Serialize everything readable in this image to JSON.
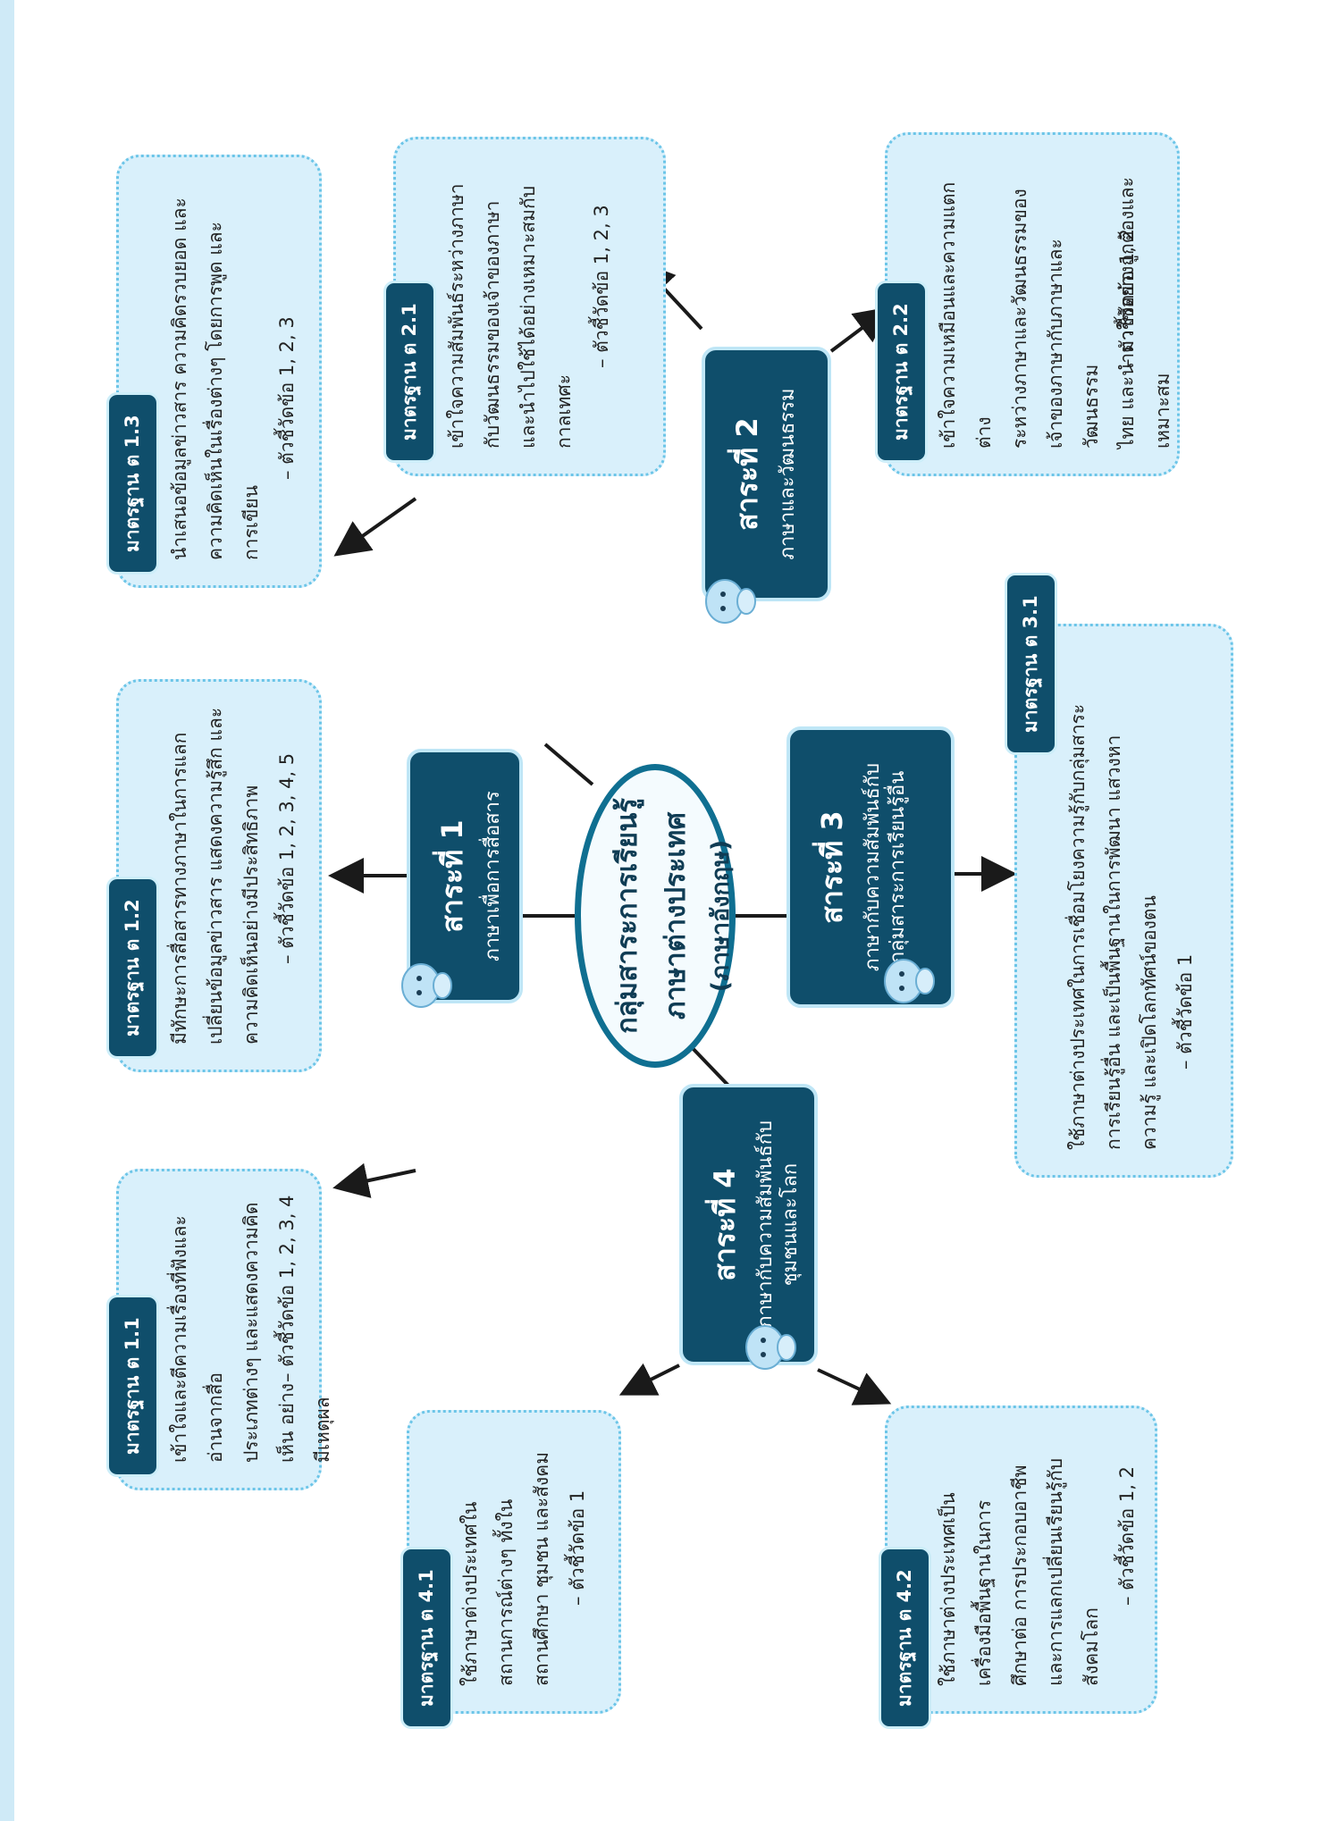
{
  "center": {
    "line1": "กลุ่มสาระการเรียนรู้",
    "line2": "ภาษาต่างประเทศ",
    "line3": "(ภาษาอังกฤษ)"
  },
  "strands": [
    {
      "title": "สาระที่ 1",
      "subtitle": "ภาษาเพื่อการสื่อสาร"
    },
    {
      "title": "สาระที่ 2",
      "subtitle": "ภาษาและวัฒนธรรม"
    },
    {
      "title": "สาระที่ 3",
      "subtitle": "ภาษากับความสัมพันธ์กับ\nกลุ่มสาระการเรียนรู้อื่น"
    },
    {
      "title": "สาระที่ 4",
      "subtitle": "ภาษากับความสัมพันธ์กับ\nชุมชนและโลก"
    }
  ],
  "standards": {
    "s11": {
      "title": "มาตรฐาน ต 1.1",
      "body": "เข้าใจและตีความเรื่องที่ฟังและอ่านจากสื่อ\nประเภทต่างๆ และแสดงความคิดเห็น อย่าง\nมีเหตุผล",
      "indicators": "– ตัวชี้วัดข้อ 1, 2, 3, 4"
    },
    "s12": {
      "title": "มาตรฐาน ต 1.2",
      "body": "มีทักษะการสื่อสารทางภาษาในการแลก\nเปลี่ยนข้อมูลข่าวสาร แสดงความรู้สึก และ\nความคิดเห็นอย่างมีประสิทธิภาพ",
      "indicators": "– ตัวชี้วัดข้อ 1, 2, 3, 4, 5"
    },
    "s13": {
      "title": "มาตรฐาน ต 1.3",
      "body": "นำเสนอข้อมูลข่าวสาร ความคิดรวบยอด และ\nความคิดเห็นในเรื่องต่างๆ โดยการพูด และ\nการเขียน",
      "indicators": "– ตัวชี้วัดข้อ 1, 2, 3"
    },
    "s21": {
      "title": "มาตรฐาน ต 2.1",
      "body": "เข้าใจความสัมพันธ์ระหว่างภาษา\nกับวัฒนธรรมของเจ้าของภาษา\nและนำไปใช้ได้อย่างเหมาะสมกับ\nกาลเทศะ",
      "indicators": "– ตัวชี้วัดข้อ 1, 2, 3"
    },
    "s22": {
      "title": "มาตรฐาน ต 2.2",
      "body": "เข้าใจความเหมือนและความแตกต่าง\nระหว่างภาษาและวัฒนธรรมของ\nเจ้าของภาษากับภาษาและวัฒนธรรม\nไทย และนำมาใช้อย่างถูกต้องและ\nเหมาะสม",
      "indicators": "– ตัวชี้วัดข้อ 1, 2"
    },
    "s31": {
      "title": "มาตรฐาน ต 3.1",
      "body": "ใช้ภาษาต่างประเทศในการเชื่อมโยงความรู้กับกลุ่มสาระ\nการเรียนรู้อื่น และเป็นพื้นฐานในการพัฒนา แสวงหา\nความรู้ และเปิดโลกทัศน์ของตน",
      "indicators": "– ตัวชี้วัดข้อ 1"
    },
    "s41": {
      "title": "มาตรฐาน ต 4.1",
      "body": "ใช้ภาษาต่างประเทศใน\nสถานการณ์ต่างๆ ทั้งใน\nสถานศึกษา ชุมชน และสังคม",
      "indicators": "– ตัวชี้วัดข้อ 1"
    },
    "s42": {
      "title": "มาตรฐาน ต 4.2",
      "body": "ใช้ภาษาต่างประเทศเป็น\nเครื่องมือพื้นฐานในการ\nศึกษาต่อ การประกอบอาชีพ\nและการแลกเปลี่ยนเรียนรู้กับ\nสังคมโลก",
      "indicators": "– ตัวชี้วัดข้อ 1, 2"
    }
  },
  "colors": {
    "strand_fill": "#0f4e6b",
    "box_fill": "#d9f0fb",
    "box_border": "#6cc5e8",
    "arrow": "#1a1a1a",
    "center_border": "#0f6f91",
    "side_strip": "#cfeaf7"
  },
  "icons": {
    "mascot": "mascot-icon"
  }
}
